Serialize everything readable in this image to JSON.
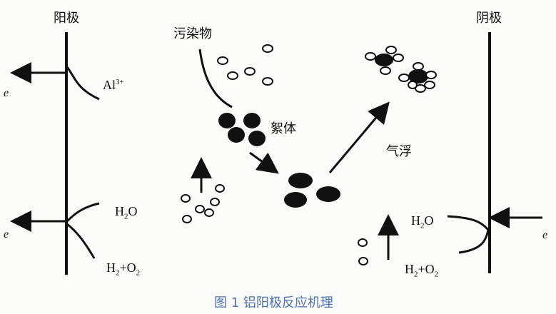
{
  "labels": {
    "anode": "阳极",
    "cathode": "阴极",
    "pollutant": "污染物",
    "floc": "絮体",
    "flotation": "气浮",
    "electron_left_top": "e",
    "electron_left_bottom": "e",
    "electron_right": "e",
    "al_ion_base": "Al",
    "al_ion_sup": "3+",
    "left_h2o_h": "H",
    "left_h2o_sub": "2",
    "left_h2o_o": "O",
    "left_h2o2_h": "H",
    "left_h2o2_sub1": "2",
    "left_h2o2_plus_o": "+O",
    "left_h2o2_sub2": "2",
    "right_h2o_h": "H",
    "right_h2o_sub": "2",
    "right_h2o_o": "O",
    "right_h2o2_h": "H",
    "right_h2o2_sub1": "2",
    "right_h2o2_plus_o": "+O",
    "right_h2o2_sub2": "2"
  },
  "caption": "图 1   铝阳极反应机理",
  "colors": {
    "ink": "#111111",
    "caption": "#4d73b4",
    "background": "#fbfbf9"
  }
}
